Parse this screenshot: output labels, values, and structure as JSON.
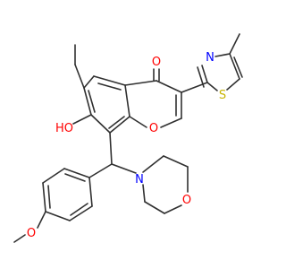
{
  "diagram": {
    "type": "chemical-structure",
    "atom_labels": {
      "carbonyl_oxygen": "O",
      "ring_oxygen": "O",
      "hydroxyl": "HO",
      "thiazole_nitrogen": "N",
      "thiazole_sulfur": "S",
      "morpholine_nitrogen": "N",
      "morpholine_oxygen": "O",
      "methoxy_oxygen": "O"
    },
    "colors": {
      "bond": "#303030",
      "oxygen": "#ff0000",
      "nitrogen": "#0000ff",
      "sulfur": "#c8b400"
    }
  }
}
